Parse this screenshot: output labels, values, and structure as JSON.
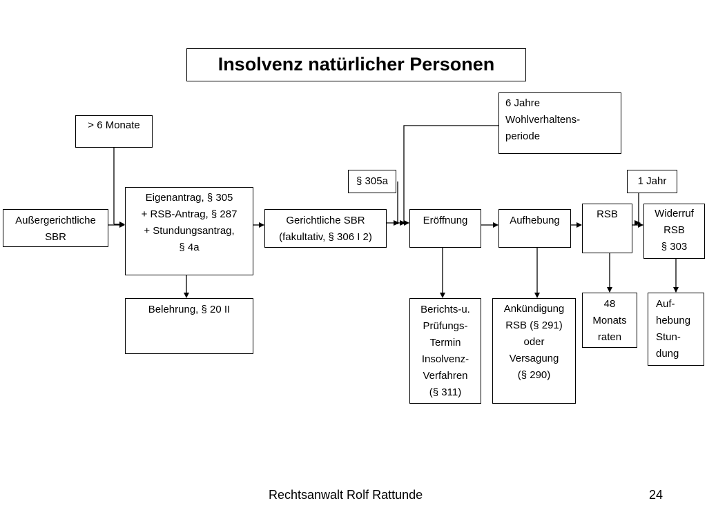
{
  "title": "Insolvenz natürlicher Personen",
  "boxes": {
    "jahre": [
      "6 Jahre",
      "Wohlverhaltens-",
      "periode"
    ],
    "monate": "> 6 Monate",
    "p305a": "§ 305a",
    "jahr": "1 Jahr",
    "aussergerichtliche": [
      "Außergerichtliche",
      "SBR"
    ],
    "eigenantrag": [
      "Eigenantrag, § 305",
      "+ RSB-Antrag, § 287",
      "+ Stundungsantrag,",
      "§ 4a"
    ],
    "gerichtliche": [
      "Gerichtliche SBR",
      "(fakultativ, § 306 I 2)"
    ],
    "eroeffnung": "Eröffnung",
    "aufhebung": "Aufhebung",
    "rsb": "RSB",
    "widerruf": [
      "Widerruf",
      "RSB",
      "§ 303"
    ],
    "belehrung": "Belehrung, § 20 II",
    "berichts": [
      "Berichts-u.",
      "Prüfungs-",
      "Termin",
      "Insolvenz-",
      "Verfahren",
      "(§ 311)"
    ],
    "ankuendigung": [
      "Ankündigung",
      "RSB (§ 291)",
      "oder",
      "Versagung",
      "(§ 290)"
    ],
    "monatsraten": [
      "48",
      "Monats",
      "raten"
    ],
    "aufhebung_stundung": [
      "Auf-",
      "hebung",
      "Stun-",
      "dung"
    ]
  },
  "footer": {
    "author": "Rechtsanwalt Rolf Rattunde",
    "page": "24"
  }
}
